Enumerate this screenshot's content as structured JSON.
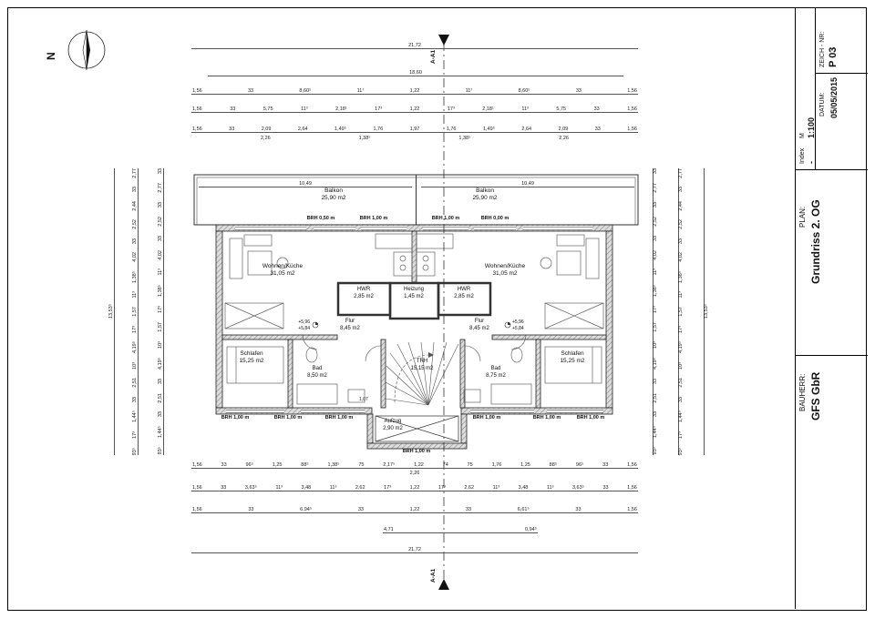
{
  "compass": {
    "label": "N"
  },
  "section": {
    "label": "A-A1"
  },
  "title_block": {
    "zeich_label": "ZEICH - NR:",
    "zeich_value": "P 03",
    "datum_label": "DATUM:",
    "datum_value": "05/05/2015",
    "m_label": "M",
    "m_value": "1:100",
    "index_label": "Index",
    "index_value": "-",
    "plan_label": "PLAN:",
    "plan_value": "Grundriss 2. OG",
    "bauherr_label": "BAUHERR:",
    "bauherr_value": "GFS GbR"
  },
  "plan": {
    "balkon_left": {
      "name": "Balkon",
      "area": "25,90 m2"
    },
    "balkon_right": {
      "name": "Balkon",
      "area": "25,90 m2"
    },
    "wohnen_left": {
      "name": "Wohnen/Küche",
      "area": "31,05 m2"
    },
    "wohnen_right": {
      "name": "Wohnen/Küche",
      "area": "31,05 m2"
    },
    "hwr_left": {
      "name": "HWR",
      "area": "2,85 m2"
    },
    "hwr_right": {
      "name": "HWR",
      "area": "2,85 m2"
    },
    "heizung": {
      "name": "Heizung",
      "area": "1,45 m2"
    },
    "flur_left": {
      "name": "Flur",
      "area": "8,45 m2"
    },
    "flur_right": {
      "name": "Flur",
      "area": "8,45 m2"
    },
    "levels": {
      "top": "+5,96",
      "bottom": "+5,84"
    },
    "schlafen_left": {
      "name": "Schlafen",
      "area": "15,25 m2"
    },
    "schlafen_right": {
      "name": "Schlafen",
      "area": "15,25 m2"
    },
    "bad_left": {
      "name": "Bad",
      "area": "8,50 m2"
    },
    "bad_right": {
      "name": "Bad",
      "area": "8,75 m2"
    },
    "trh": {
      "name": "TRH",
      "area": "15,15 m2"
    },
    "aufzug": {
      "name": "Aufzug",
      "area": "2,90 m2"
    }
  },
  "brh": {
    "top": [
      "BRH 0,50 m",
      "BRH 1,00 m",
      "BRH 1,00 m",
      "BRH 0,00 m"
    ],
    "bottom": [
      "BRH 1,00 m",
      "BRH 1,00 m",
      "BRH 1,00 m",
      "BRH 1,00 m",
      "BRH 1,00 m",
      "BRH 1,00 m"
    ],
    "lift": "BRH 1,00 m"
  },
  "dims": {
    "t1": [
      "21,72"
    ],
    "t2": [
      "18,60"
    ],
    "t3": [
      "1,56",
      "33",
      "8,60⁵",
      "11⁷",
      "1,22",
      "11⁷",
      "8,60⁵",
      "33",
      "1,56"
    ],
    "t4": [
      "1,56",
      "33",
      "5,75",
      "11³",
      "2,18¹",
      "17³",
      "1,22",
      "17³",
      "2,18¹",
      "11³",
      "5,75",
      "33",
      "1,56"
    ],
    "t5": [
      "1,56",
      "33",
      "2,09",
      "2,64",
      "1,49⁵",
      "1,76",
      "1,97",
      "1,76",
      "1,49⁵",
      "2,64",
      "2,09",
      "33",
      "1,56"
    ],
    "t5b": [
      "2,26",
      "1,38⁵",
      "1,38⁵",
      "2,26"
    ],
    "balcony_left": [
      "10,49"
    ],
    "balcony_right": [
      "10,49"
    ],
    "b1": [
      "1,56",
      "33",
      "96⁵",
      "1,25",
      "88⁵",
      "1,38⁵",
      "75",
      "2,17⁵",
      "1,22",
      "74",
      "75",
      "1,76",
      "1,25",
      "88⁵",
      "96⁵",
      "33",
      "1,56"
    ],
    "b1b": [
      "2,26"
    ],
    "b2": [
      "1,56",
      "33",
      "3,63⁵",
      "11³",
      "3,48",
      "11³",
      "2,62",
      "17³",
      "1,22",
      "17³",
      "2,62",
      "11³",
      "3,48",
      "11³",
      "3,63⁵",
      "33",
      "1,56"
    ],
    "b3": [
      "1,56",
      "33",
      "6,94⁵",
      "33",
      "1,22",
      "33",
      "6,61⁵",
      "33",
      "1,56"
    ],
    "b4": [
      "4,71",
      "0,94⁵"
    ],
    "b5": [
      "21,72"
    ],
    "left_total": "13,53⁵",
    "left_chain": [
      "2,77",
      "33",
      "2,44",
      "2,52",
      "33",
      "4,02",
      "1,38⁵",
      "11³",
      "1,57",
      "17³",
      "4,19⁵",
      "10³",
      "2,51",
      "33",
      "1,44⁵",
      "17³",
      "93⁵"
    ],
    "left_inner": [
      "33",
      "2,77",
      "33",
      "2,52",
      "33",
      "4,02",
      "11³",
      "1,38⁵",
      "17³",
      "1,57",
      "10³",
      "4,19⁵",
      "33",
      "2,51",
      "33",
      "1,44⁵",
      "93⁵"
    ],
    "right_total": "13,53⁵",
    "right_chain": [
      "2,77",
      "33",
      "2,44",
      "2,52",
      "33",
      "4,02",
      "1,38⁵",
      "11³",
      "1,57",
      "17³",
      "4,19⁵",
      "10³",
      "2,51",
      "33",
      "1,44⁵",
      "17³",
      "93⁵"
    ],
    "right_inner": [
      "33",
      "2,77",
      "33",
      "2,52",
      "33",
      "4,02",
      "11³",
      "1,38⁵",
      "17³",
      "1,57",
      "10³",
      "4,19⁵",
      "33",
      "2,51",
      "33",
      "1,44⁵",
      "93⁵"
    ],
    "stair_dim": "1,07"
  }
}
